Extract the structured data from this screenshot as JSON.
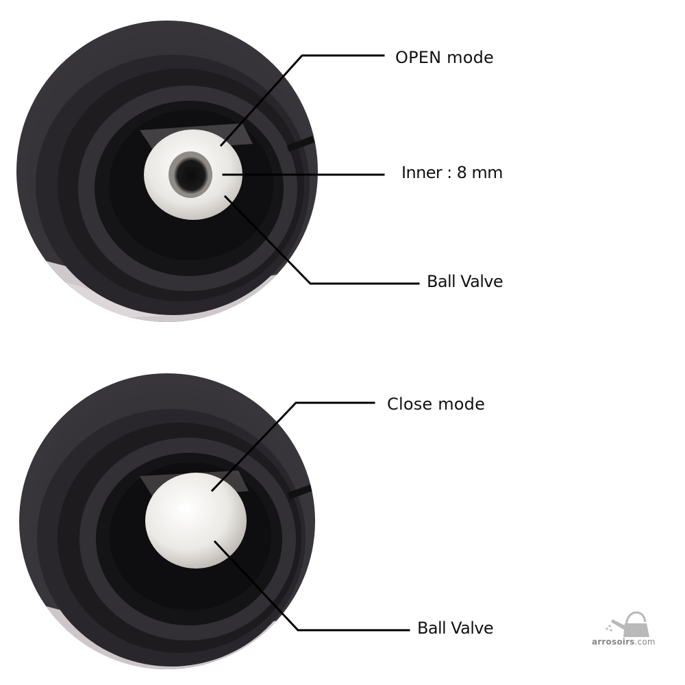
{
  "labels": {
    "open_mode": "OPEN mode",
    "inner": "Inner : 8 mm",
    "ball_valve_top": "Ball Valve",
    "close_mode": "Close mode",
    "ball_valve_bottom": "Ball Valve"
  },
  "logo": {
    "name": "arrosoirs",
    "suffix": ".com",
    "icon": "watering-can-icon"
  },
  "colors": {
    "housing": "#262427",
    "ball": "#eeece8",
    "line": "#000000"
  }
}
